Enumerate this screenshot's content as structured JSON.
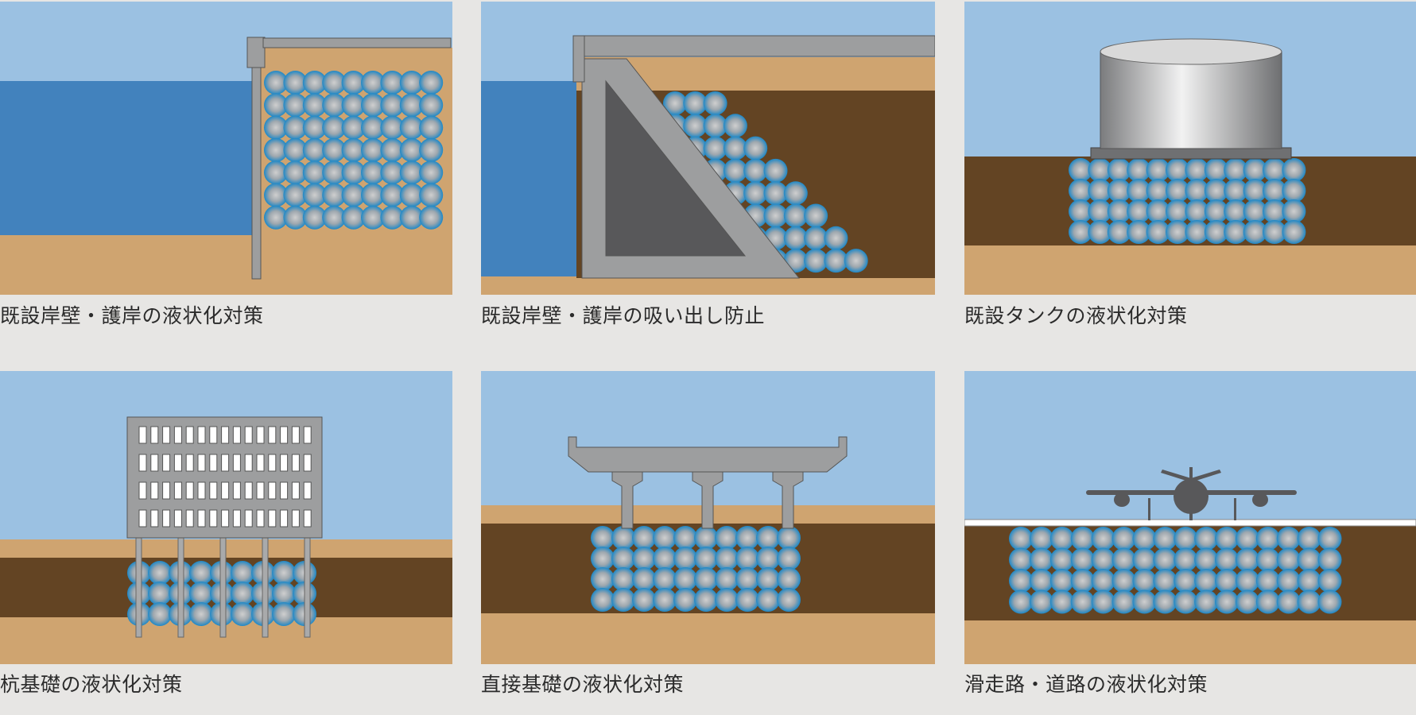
{
  "colors": {
    "sky": "#9bc1e2",
    "water": "#4282bd",
    "sand": "#cfa470",
    "soil": "#634423",
    "steel": "#9d9e9f",
    "concrete_dark": "#58585a",
    "background": "#e7e6e4",
    "ball_outer": "#1e88c7",
    "ball_inner": "#cfcfcf"
  },
  "panels": [
    {
      "id": "existing-quay-liquefaction",
      "caption": "既設岸壁・護岸の液状化対策"
    },
    {
      "id": "existing-quay-suction-prevention",
      "caption": "既設岸壁・護岸の吸い出し防止"
    },
    {
      "id": "existing-tank-liquefaction",
      "caption": "既設タンクの液状化対策"
    },
    {
      "id": "pile-foundation-liquefaction",
      "caption": "杭基礎の液状化対策"
    },
    {
      "id": "direct-foundation-liquefaction",
      "caption": "直接基礎の液状化対策"
    },
    {
      "id": "runway-road-liquefaction",
      "caption": "滑走路・道路の液状化対策"
    }
  ]
}
